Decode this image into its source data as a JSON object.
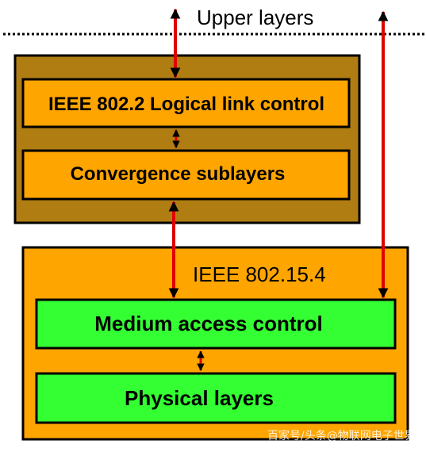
{
  "labels": {
    "upper_layers": "Upper layers",
    "llc": "IEEE 802.2 Logical link control",
    "convergence": "Convergence sublayers",
    "ieee802154": "IEEE 802.15.4",
    "mac": "Medium access control",
    "phy": "Physical layers"
  },
  "watermark": "百家号/头条@物联网电子世界",
  "colors": {
    "outer_upper_fill": "#b07d12",
    "orange_fill": "#ffa500",
    "green_fill": "#33ff33",
    "arrow_red": "#e00000",
    "stroke": "#000000"
  }
}
